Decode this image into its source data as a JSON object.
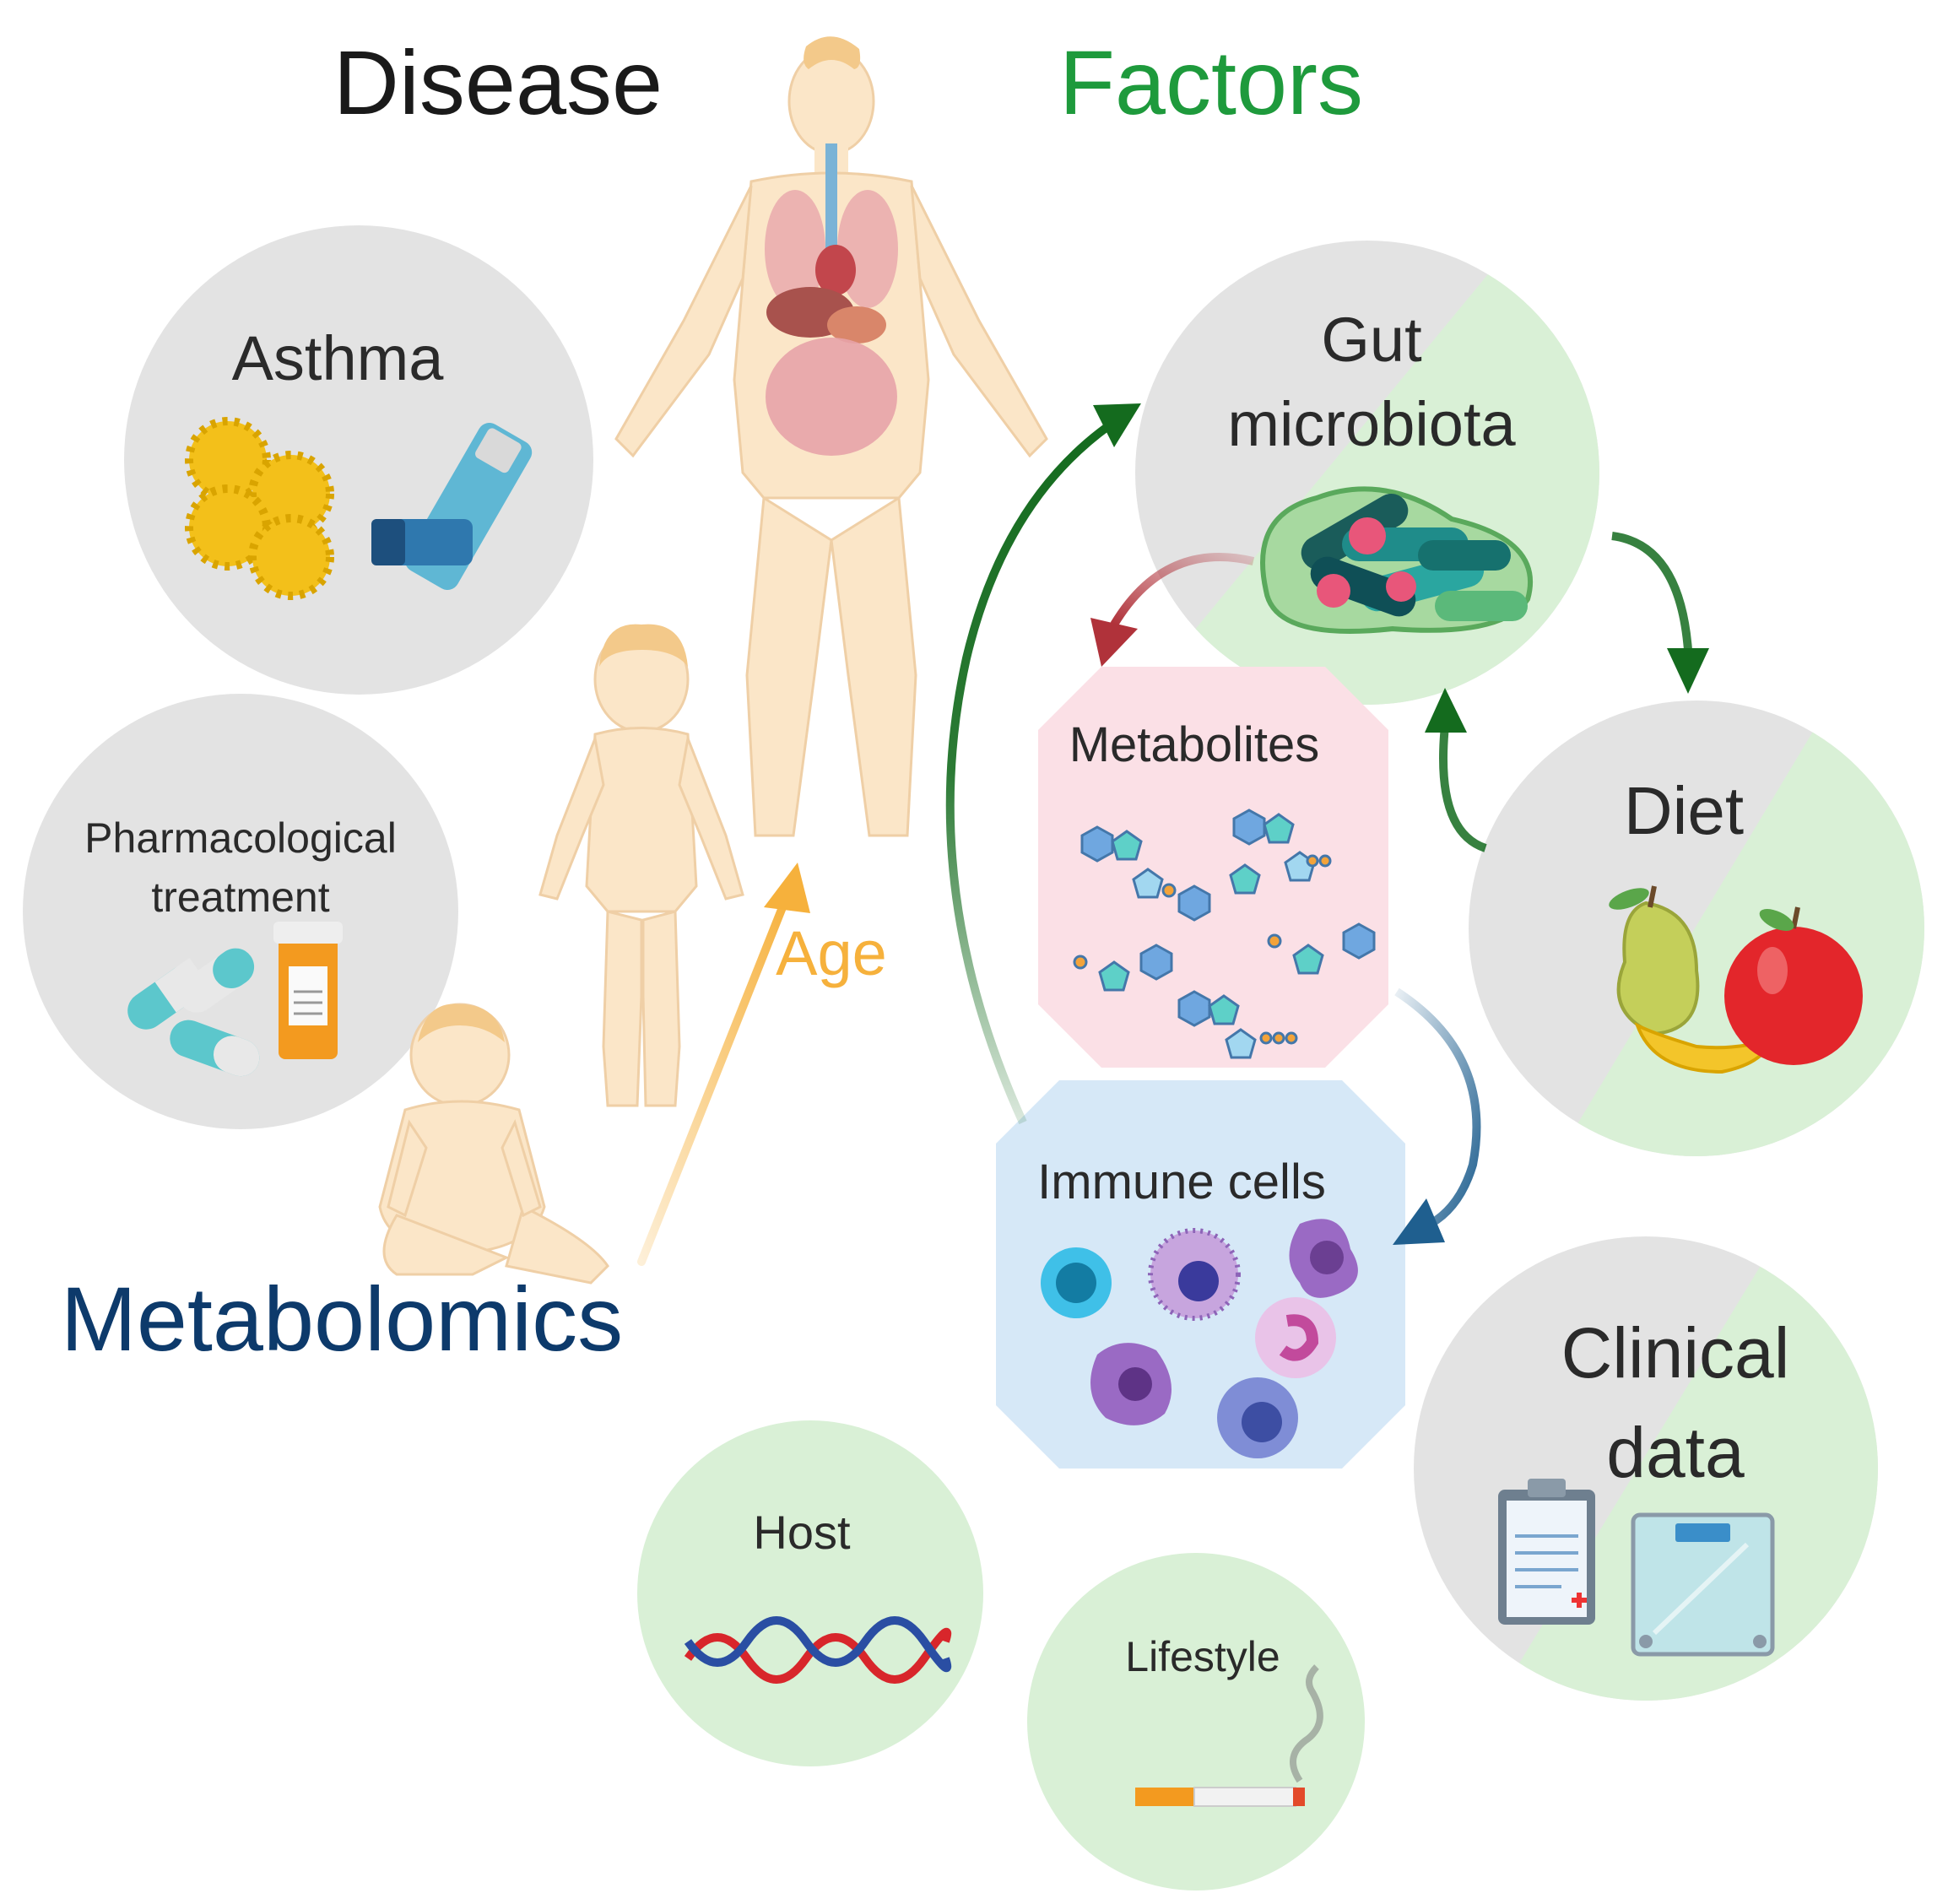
{
  "headings": {
    "disease": "Disease",
    "factors": "Factors",
    "metabolomics": "Metabolomics",
    "age": "Age"
  },
  "nodes": {
    "asthma": "Asthma",
    "pharmacological_line1": "Pharmacological",
    "pharmacological_line2": "treatment",
    "gut_line1": "Gut",
    "gut_line2": "microbiota",
    "metabolites": "Metabolites",
    "diet": "Diet",
    "immune_cells": "Immune cells",
    "clinical_line1": "Clinical",
    "clinical_line2": "data",
    "host": "Host",
    "lifestyle": "Lifestyle"
  },
  "colors": {
    "disease_text": "#1a1a1a",
    "factors_text": "#1e9a3c",
    "metabolomics_text": "#0d3a6b",
    "age_arrow": "#f6b13c",
    "green_arrow": "#146b1e",
    "red_arrow": "#b0323a",
    "blue_arrow": "#1f5f8f",
    "grey_circle": "#e3e3e3",
    "green_circle": "#d9f0d6",
    "pink_octagon": "#fbe0e6",
    "blue_octagon": "#d6e8f7",
    "skin": "#fbe6c8"
  }
}
